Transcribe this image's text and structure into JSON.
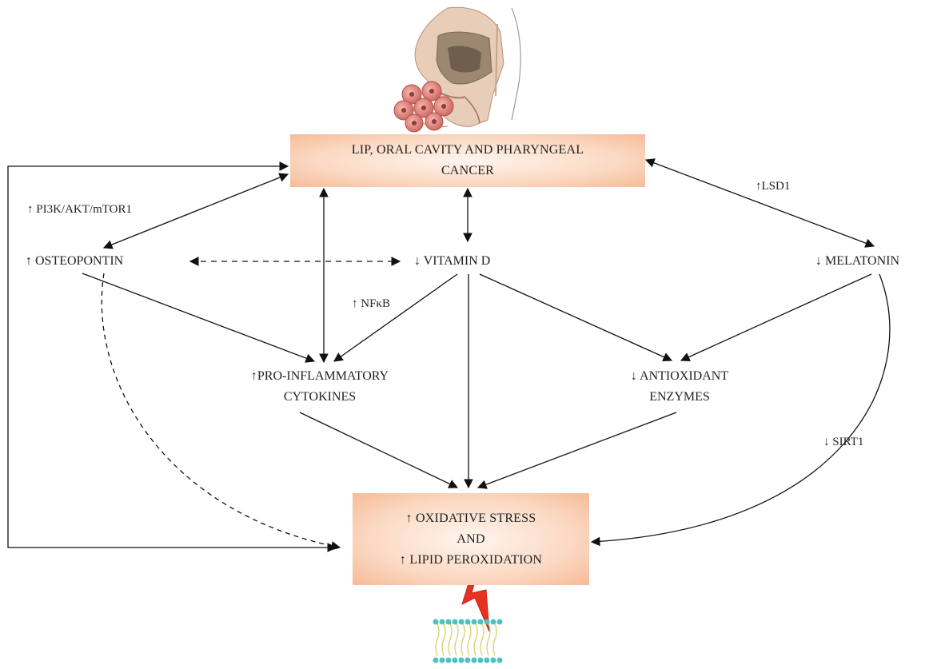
{
  "nodes": {
    "cancer": [
      "LIP, ORAL CAVITY AND PHARYNGEAL",
      "CANCER"
    ],
    "oxidative": [
      "↑ OXIDATIVE STRESS",
      "AND",
      "↑ LIPID PEROXIDATION"
    ],
    "osteopontin": "↑ OSTEOPONTIN",
    "vitamin_d": "↓ VITAMIN D",
    "melatonin": "↓ MELATONIN",
    "cytokines": [
      "↑PRO-INFLAMMATORY",
      "CYTOKINES"
    ],
    "antioxidant": [
      "↓ ANTIOXIDANT",
      "ENZYMES"
    ]
  },
  "edge_labels": {
    "pi3k": "↑  PI3K/AKT/mTOR1",
    "lsd1": "↑LSD1",
    "nfkb": "↑ NFκB",
    "sirt1": "↓ SIRT1"
  },
  "icons": [
    "head-anatomy-icon",
    "cancer-cells-icon",
    "lightning-icon",
    "cell-membrane-icon"
  ],
  "colors": {
    "box_fill": "#f8c9a9",
    "lightning": "#e63222",
    "membrane_head": "#4fc1c1",
    "membrane_tail": "#e9e48a"
  }
}
